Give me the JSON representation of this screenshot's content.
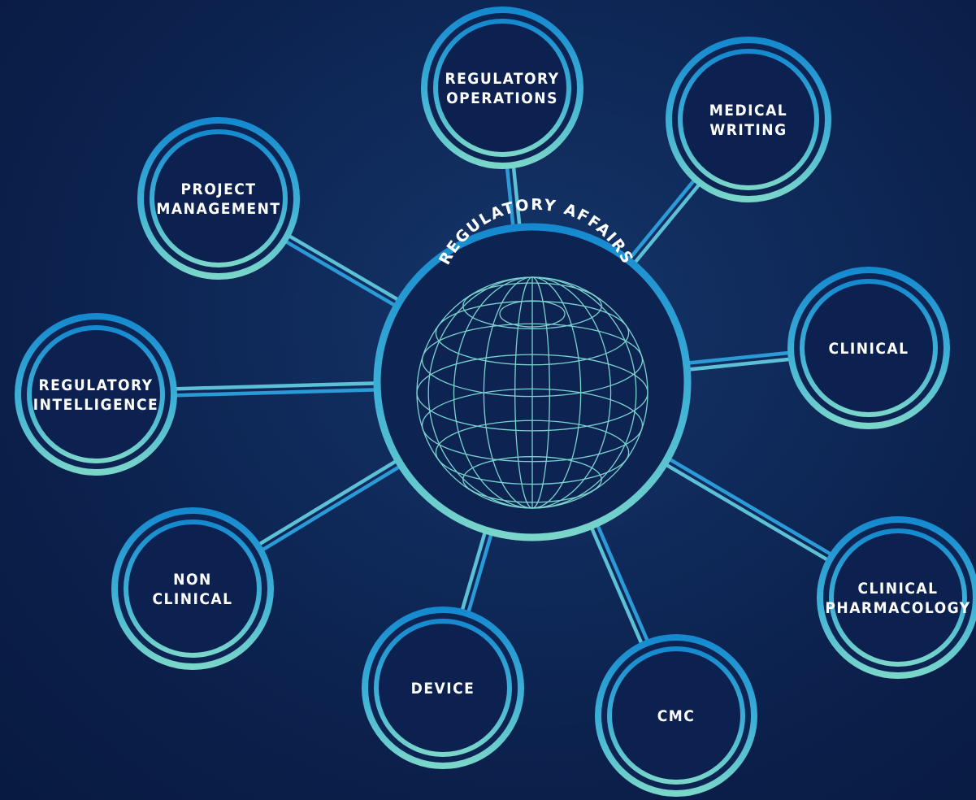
{
  "hub": {
    "label": "REGULATORY AFFAIRS",
    "icon": "globe-icon"
  },
  "nodes": [
    {
      "id": "regulatory-operations",
      "lines": [
        "REGULATORY",
        "OPERATIONS"
      ]
    },
    {
      "id": "medical-writing",
      "lines": [
        "MEDICAL",
        "WRITING"
      ]
    },
    {
      "id": "project-management",
      "lines": [
        "PROJECT",
        "MANAGEMENT"
      ]
    },
    {
      "id": "clinical",
      "lines": [
        "CLINICAL"
      ]
    },
    {
      "id": "regulatory-intelligence",
      "lines": [
        "REGULATORY",
        "INTELLIGENCE"
      ]
    },
    {
      "id": "non-clinical",
      "lines": [
        "NON",
        "CLINICAL"
      ]
    },
    {
      "id": "clinical-pharmacology",
      "lines": [
        "CLINICAL",
        "PHARMACOLOGY"
      ]
    },
    {
      "id": "device",
      "lines": [
        "DEVICE"
      ]
    },
    {
      "id": "cmc",
      "lines": [
        "CMC"
      ]
    }
  ],
  "colors": {
    "background": "#0b1f4a",
    "ring_outer": "#1a8fd0",
    "ring_inner": "#7ad3cf",
    "connector": "#3aa6dc",
    "text": "#ffffff"
  }
}
